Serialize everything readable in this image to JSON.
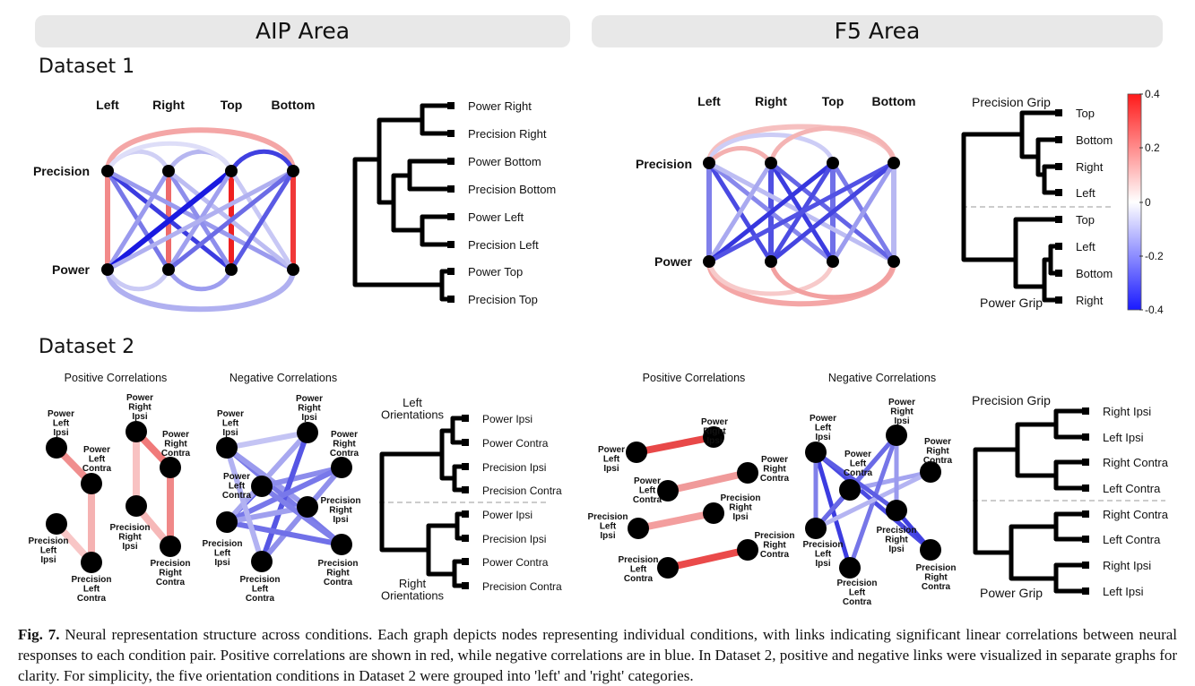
{
  "headers": {
    "aip": "AIP Area",
    "f5": "F5 Area"
  },
  "datasets": {
    "d1": "Dataset 1",
    "d2": "Dataset 2"
  },
  "graph_labels": {
    "left": "Left",
    "right": "Right",
    "top": "Top",
    "bottom": "Bottom",
    "precision": "Precision",
    "power": "Power"
  },
  "aip_d1_tree": [
    "Power Right",
    "Precision Right",
    "Power Bottom",
    "Precision Bottom",
    "Power Left",
    "Precision Left",
    "Power Top",
    "Precision Top"
  ],
  "f5_d1_tree": {
    "group_top": "Precision Grip",
    "group_bottom": "Power Grip",
    "leaves": [
      "Top",
      "Bottom",
      "Right",
      "Left",
      "Top",
      "Left",
      "Bottom",
      "Right"
    ]
  },
  "colorbar": {
    "ticks": [
      "0.4",
      "0.2",
      "0",
      "-0.2",
      "-0.4"
    ],
    "max_color": "#ff1a1a",
    "min_color": "#1a1aff"
  },
  "d2_titles": {
    "pos": "Positive Correlations",
    "neg": "Negative Correlations"
  },
  "aip_d2_tree": {
    "group_top": "Left\nOrientations",
    "group_bottom": "Right\nOrientations",
    "leaves": [
      "Power Ipsi",
      "Power Contra",
      "Precision Ipsi",
      "Precision Contra",
      "Power Ipsi",
      "Precision Ipsi",
      "Power Contra",
      "Precision Contra"
    ]
  },
  "f5_d2_tree": {
    "group_top": "Precision Grip",
    "group_bottom": "Power Grip",
    "leaves": [
      "Right Ipsi",
      "Left Ipsi",
      "Right Contra",
      "Left Contra",
      "Right Contra",
      "Left Contra",
      "Right Ipsi",
      "Left Ipsi"
    ]
  },
  "node_labels": {
    "pli": "Power\nLeft\nIpsi",
    "plc": "Power\nLeft\nContra",
    "pri": "Power\nRight\nIpsi",
    "prc": "Power\nRight\nContra",
    "xli": "Precision\nLeft\nIpsi",
    "xlc": "Precision\nLeft\nContra",
    "xri": "Precision\nRight\nIpsi",
    "xrc": "Precision\nRight\nContra"
  },
  "caption": {
    "label": "Fig. 7.",
    "text": "Neural representation structure across conditions. Each graph depicts nodes representing individual conditions, with links indicating significant linear correlations between neural responses to each condition pair. Positive correlations are shown in red, while negative correlations are in blue. In Dataset 2, positive and negative links were visualized in separate graphs for clarity. For simplicity, the five orientation conditions in Dataset 2 were grouped into 'left' and 'right' categories."
  }
}
